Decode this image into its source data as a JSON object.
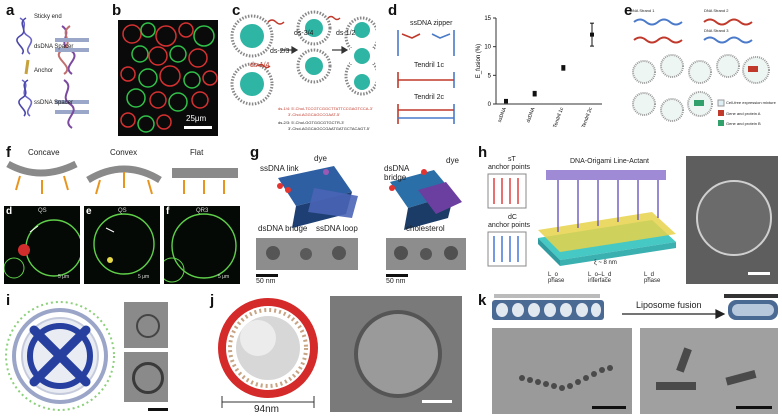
{
  "panels": {
    "a": {
      "label": "a",
      "annotations": [
        "Sticky end",
        "dsDNA Spacer",
        "Anchor",
        "ssDNA Spacer"
      ]
    },
    "b": {
      "label": "b",
      "scalebar": "25μm"
    },
    "c": {
      "label": "c",
      "steps": [
        "ds-2/3",
        "ds-3/4",
        "ds-1/2",
        "ds-1/4"
      ],
      "sequences": [
        "ds-1/4: 5'-Chol-TCCGTCGGCTTATTCCGAGTCCA-3'",
        "3'-Chol-AGGCAGCCGAAT-5'",
        "ds-2/3: 5'-Chol-GGTGGCGTGCTR-3'",
        "3'-Chol-AGGCAGCCGAATGATGCTACAGT-5'"
      ]
    },
    "d": {
      "label": "d",
      "schemes": [
        "ssDNA zipper",
        "Tendril 1c",
        "Tendril 2c"
      ],
      "chart_data": {
        "type": "scatter",
        "ylabel": "E_fusion (%)",
        "yticks": [
          "0",
          "5",
          "10",
          "15"
        ],
        "ylim": [
          0,
          15
        ],
        "categories": [
          "ssDNA",
          "dsDNA",
          "Tendril 1c",
          "Tendril 2c"
        ],
        "values": [
          0.5,
          1.8,
          6.3,
          12.1
        ],
        "errors": [
          0.3,
          0.4,
          0.4,
          2.0
        ]
      }
    },
    "e": {
      "label": "e",
      "strands": [
        "DNA Strand 1",
        "DNA Strand 2",
        "DNA Strand 3"
      ],
      "legend": [
        "Cell-free expression mixture",
        "Gene and protein A",
        "Gene and protein B"
      ]
    },
    "f": {
      "label": "f",
      "shapes": [
        "Concave",
        "Convex",
        "Flat"
      ],
      "sublabels": [
        "d",
        "e",
        "f"
      ],
      "titles": [
        "QS",
        "QS",
        "QR3"
      ],
      "scalebars": [
        "5 μm",
        "5 μm",
        "5 μm"
      ]
    },
    "g": {
      "label": "g",
      "left": [
        "ssDNA link",
        "dye",
        "dsDNA bridge",
        "ssDNA loop"
      ],
      "right": [
        "dye",
        "dsDNA bridge",
        "cholesterol"
      ],
      "scalebars": [
        "50 nm",
        "50 nm"
      ]
    },
    "h": {
      "label": "h",
      "title": "DNA-Origami Line-Actant",
      "left": [
        "sT",
        "anchor points",
        "dC",
        "anchor points"
      ],
      "phases": [
        "L_o phase",
        "L_o–L_d interface",
        "L_d phase"
      ],
      "spacing": "ξ ~ 8 nm"
    },
    "i": {
      "label": "i"
    },
    "j": {
      "label": "j",
      "dimension": "94nm"
    },
    "k": {
      "label": "k",
      "arrow": "Liposome fusion"
    }
  }
}
